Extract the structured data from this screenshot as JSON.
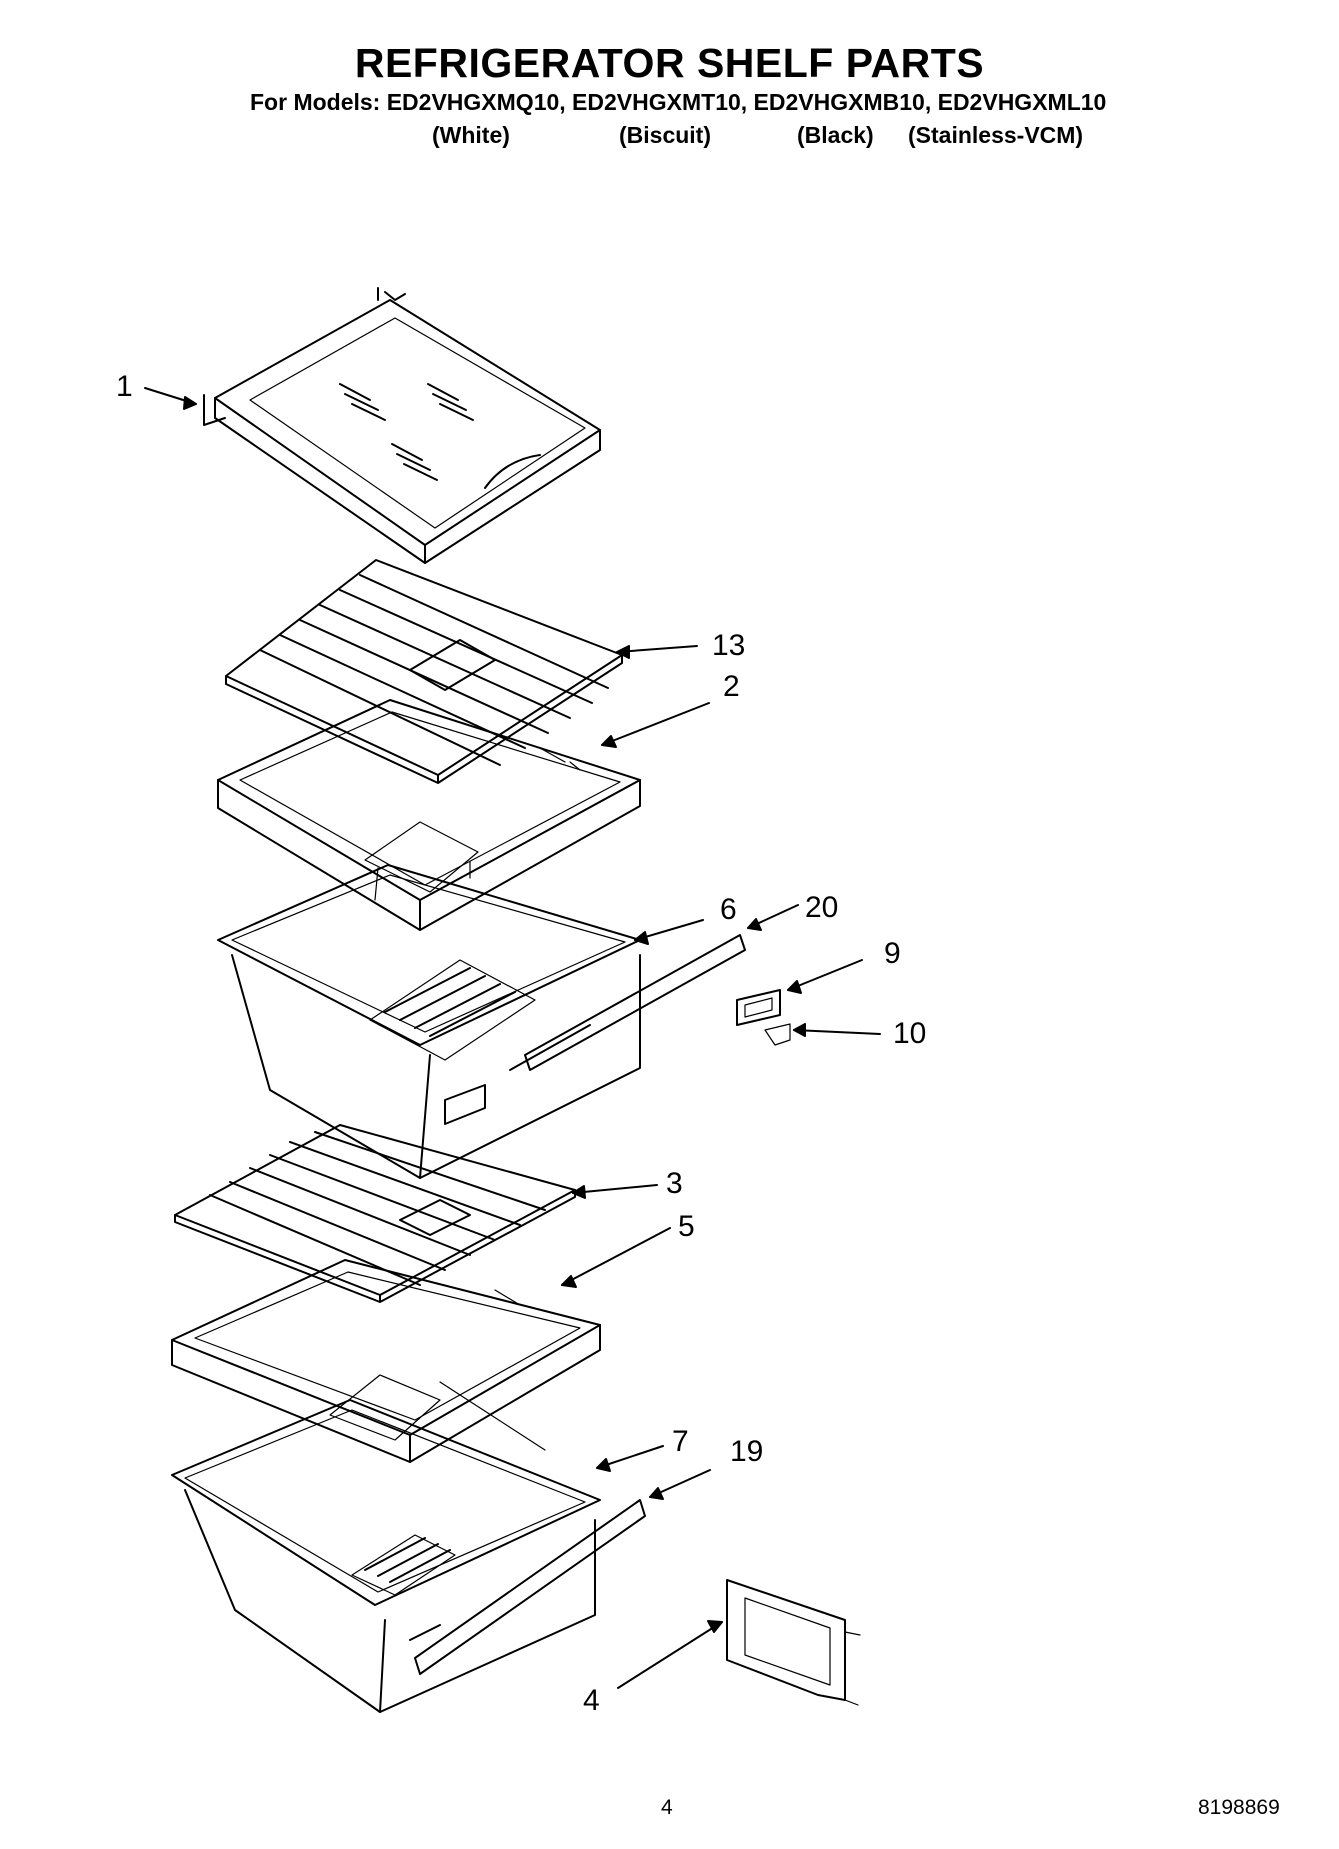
{
  "header": {
    "title": "REFRIGERATOR SHELF PARTS",
    "models_line": "For Models: ED2VHGXMQ10, ED2VHGXMT10, ED2VHGXMB10, ED2VHGXML10",
    "variants": [
      "(White)",
      "(Biscuit)",
      "(Black)",
      "(Stainless-VCM)"
    ]
  },
  "callouts": {
    "c1": "1",
    "c13": "13",
    "c2": "2",
    "c6": "6",
    "c20": "20",
    "c9": "9",
    "c10": "10",
    "c3": "3",
    "c5": "5",
    "c7": "7",
    "c19": "19",
    "c4": "4"
  },
  "footer": {
    "page_number": "4",
    "document_number": "8198869"
  }
}
